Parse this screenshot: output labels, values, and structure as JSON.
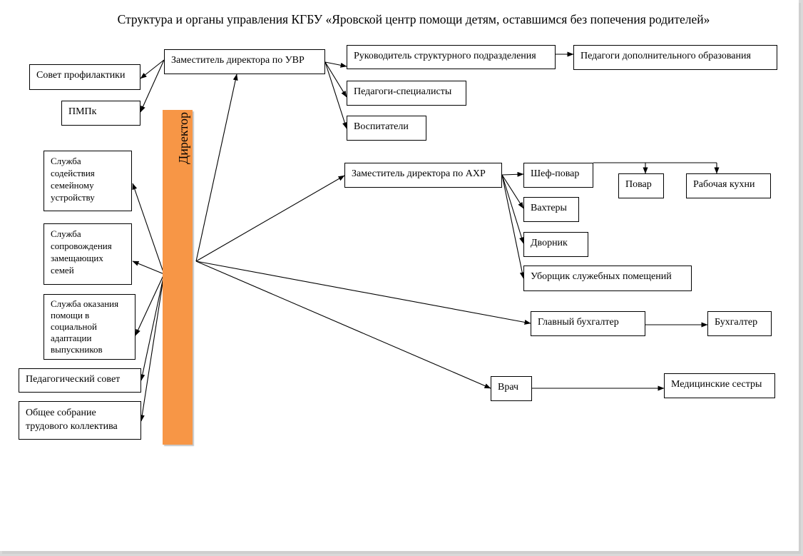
{
  "title": "Структура и органы управления КГБУ «Яровской центр помощи детям, оставшимся без попечения родителей»",
  "director": "Директор",
  "nodes": {
    "deputy_uvr": "Заместитель директора по УВР",
    "sovet_profilaktiki": "Совет профилактики",
    "pmpk": "ПМПк",
    "head_struct": "Руководитель структурного подразделения",
    "pedagogi_dop": "Педагоги дополнительного образования",
    "pedagogi_spec": "Педагоги-специалисты",
    "vospitateli": "Воспитатели",
    "sluzhba_family": "Служба содействия семейному устройству",
    "sluzhba_zamesch": "Служба сопровождения замещающих семей",
    "sluzhba_adapt": "Служба оказания помощи в социальной адаптации выпускников",
    "ped_sovet": "Педагогический совет",
    "obschee": "Общее собрание трудового коллектива",
    "deputy_ahr": "Заместитель директора по АХР",
    "chef": "Шеф-повар",
    "povar": "Повар",
    "rabochaya": "Рабочая кухни",
    "vahtery": "Вахтеры",
    "dvornik": "Дворник",
    "uborschik": "Уборщик служебных помещений",
    "glav_buh": "Главный бухгалтер",
    "buh": "Бухгалтер",
    "vrach": "Врач",
    "med_sestry": "Медицинские сестры"
  },
  "colors": {
    "director_fill": "#f79646",
    "line": "#000000"
  }
}
